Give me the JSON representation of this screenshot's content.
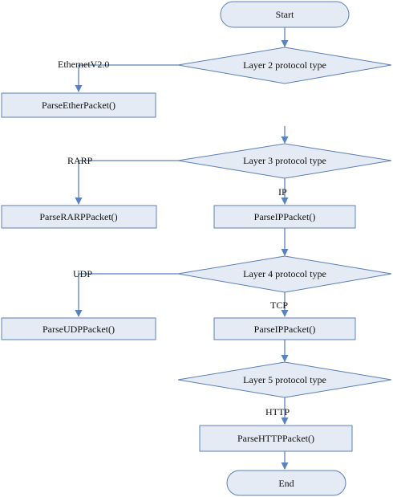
{
  "colors": {
    "node_fill": "#e4ebf5",
    "node_border": "#5b7fb4",
    "edge": "#5a82bd",
    "text": "#111111"
  },
  "nodes": {
    "start": "Start",
    "layer2": "Layer 2 protocol type",
    "parse_ether": "ParseEtherPacket()",
    "layer3": "Layer 3 protocol type",
    "parse_rarp": "ParseRARPPacket()",
    "parse_ip_1": "ParseIPPacket()",
    "layer4": "Layer 4 protocol type",
    "parse_udp": "ParseUDPPacket()",
    "parse_ip_2": "ParseIPPacket()",
    "layer5": "Layer 5 protocol type",
    "parse_http": "ParseHTTPPacket()",
    "end": "End"
  },
  "edge_labels": {
    "ethernet": "EthernetV2.0",
    "rarp": "RARP",
    "ip": "IP",
    "udp": "UDP",
    "tcp": "TCP",
    "http": "HTTP"
  }
}
